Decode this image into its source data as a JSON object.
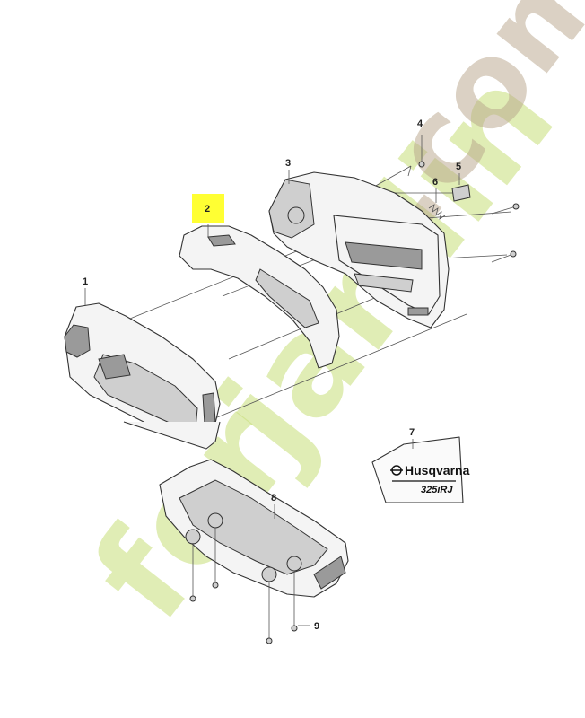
{
  "callouts": {
    "c1": "1",
    "c2": "2",
    "c3": "3",
    "c4": "4",
    "c5": "5",
    "c6": "6",
    "c7": "7",
    "c8": "8",
    "c9": "9"
  },
  "highlight_color": "#ffff33",
  "decal": {
    "brand": "Husqvarna",
    "model": "325iRJ"
  },
  "watermark": {
    "green_part": "for",
    "green_part2": "jardin",
    "brown_part": ".com"
  }
}
